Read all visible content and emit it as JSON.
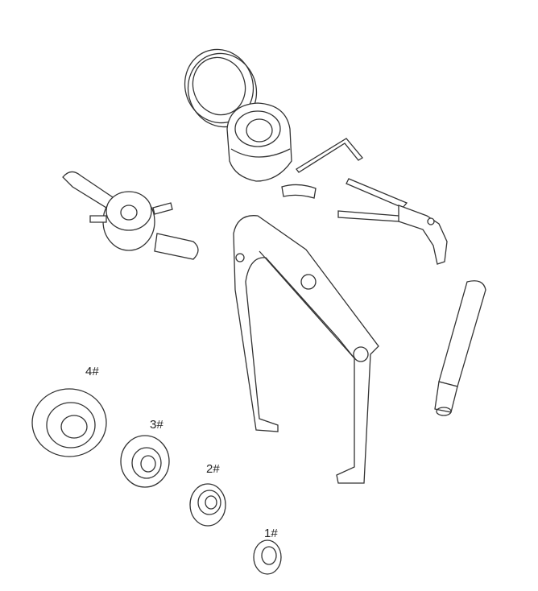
{
  "cone_labels": {
    "cone4": "4#",
    "cone3": "3#",
    "cone2": "2#",
    "cone1": "1#"
  }
}
